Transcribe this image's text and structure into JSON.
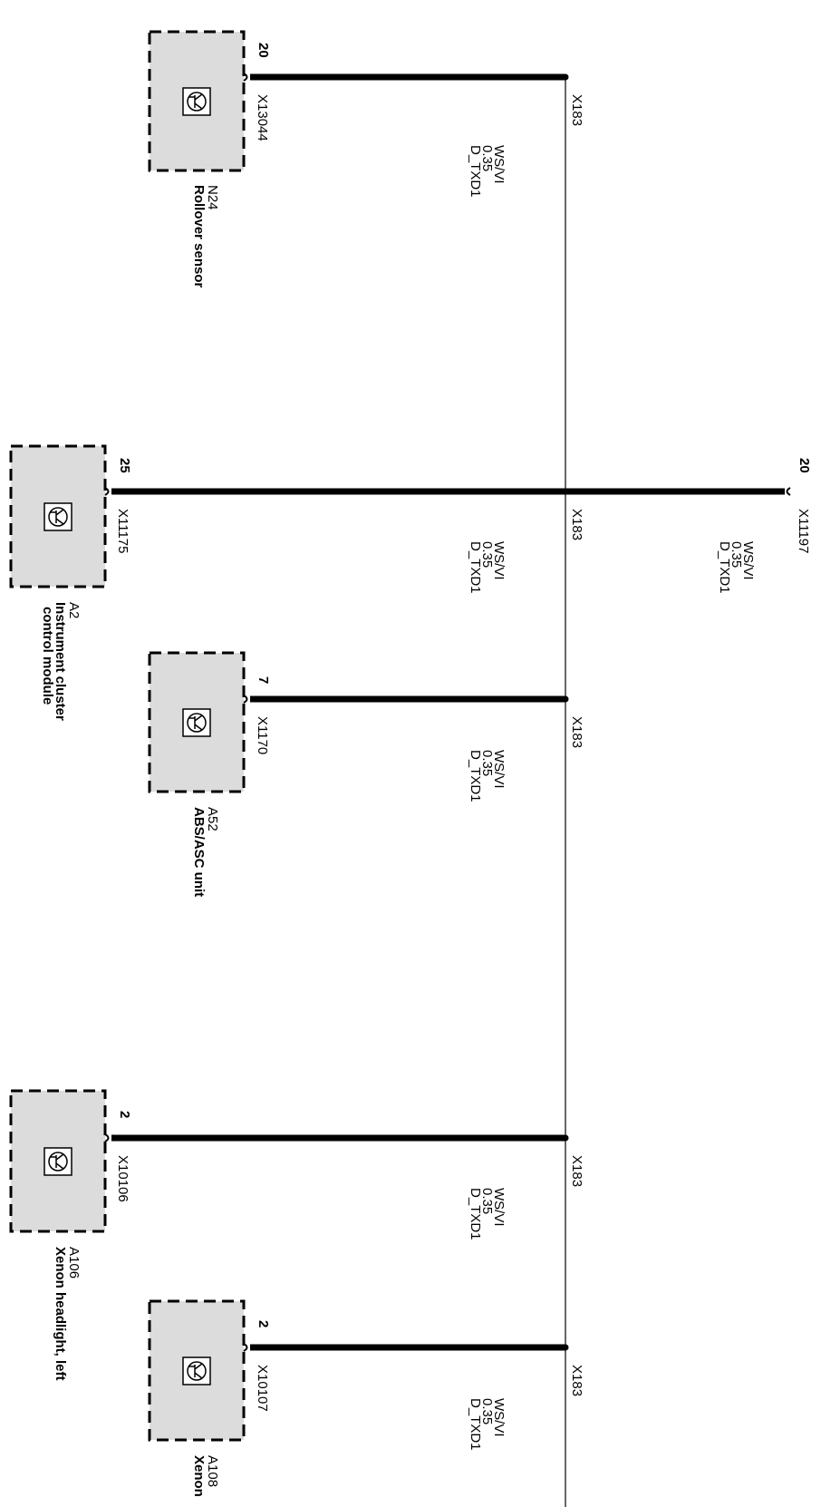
{
  "colors": {
    "module_fill": "#dcdcdc",
    "line": "#000000",
    "background": "#ffffff"
  },
  "icon": "transistor-symbol-icon",
  "bus": {
    "junction_label": "X183"
  },
  "components": [
    {
      "id": "N24",
      "name": "Rollover sensor",
      "connector": "X13044",
      "pin": "20",
      "wire": {
        "signal": "D_TXD1",
        "gauge": "0.35",
        "color": "WS/VI"
      }
    },
    {
      "id": "A2",
      "name_line1": "Instrument cluster",
      "name_line2": "control module",
      "connector": "X11175",
      "pin": "25",
      "wire": {
        "signal": "D_TXD1",
        "gauge": "0.35",
        "color": "WS/VI"
      }
    },
    {
      "id": "A52",
      "name": "ABS/ASC unit",
      "connector": "X1170",
      "pin": "7",
      "wire": {
        "signal": "D_TXD1",
        "gauge": "0.35",
        "color": "WS/VI"
      }
    },
    {
      "id": "A106",
      "name": "Xenon headlight, left",
      "connector": "X10106",
      "pin": "2",
      "wire": {
        "signal": "D_TXD1",
        "gauge": "0.35",
        "color": "WS/VI"
      }
    },
    {
      "id": "A108",
      "name": "Xenon",
      "connector": "X10107",
      "pin": "2",
      "wire": {
        "signal": "D_TXD1",
        "gauge": "0.35",
        "color": "WS/VI"
      }
    }
  ],
  "continuation": {
    "connector": "X11197",
    "pin": "20",
    "wire": {
      "signal": "D_TXD1",
      "gauge": "0.35",
      "color": "WS/VI"
    }
  }
}
